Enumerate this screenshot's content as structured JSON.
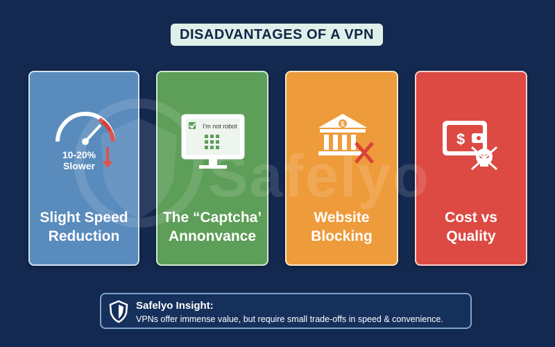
{
  "header": {
    "title": "DISADVANTAGES OF A VPN"
  },
  "cards": [
    {
      "label_line1": "Slight Speed",
      "label_line2": "Reduction",
      "icon": "speedometer-icon",
      "badge_line1": "10-20%",
      "badge_line2": "Slower",
      "color": "#5a8bbd"
    },
    {
      "label_line1": "The “Captcha’",
      "label_line2": "Annonvance",
      "icon": "captcha-monitor-icon",
      "badge_line1": "I'm not robot",
      "color": "#5d9e58"
    },
    {
      "label_line1": "Website",
      "label_line2": "Blocking",
      "icon": "blocked-bank-icon",
      "color": "#ee9b3b"
    },
    {
      "label_line1": "Cost vs",
      "label_line2": "Quality",
      "icon": "wallet-skull-icon",
      "color": "#dc4a43"
    }
  ],
  "watermark": {
    "text": "Safelyo"
  },
  "insight": {
    "title": "Safelyo Insight:",
    "text": "VPNs offer immense value, but require small trade-offs in speed & convenience.",
    "icon": "shield-icon"
  },
  "colors": {
    "background": "#14294f",
    "title_pill": "#dff0ea"
  }
}
